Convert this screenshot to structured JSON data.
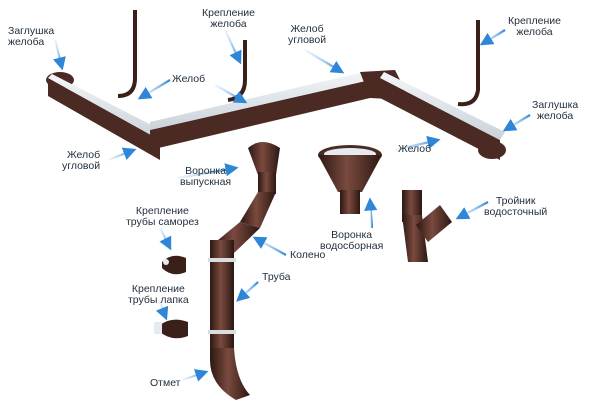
{
  "labels": {
    "zaglushka_left": [
      "Заглушка",
      "желоба"
    ],
    "kreplenie_zheloba_top": [
      "Крепление",
      "желоба"
    ],
    "zhelob_uglovoy_top": [
      "Желоб",
      "угловой"
    ],
    "kreplenie_zheloba_right": [
      "Крепление",
      "желоба"
    ],
    "zhelob_top": [
      "Желоб"
    ],
    "zaglushka_right": [
      "Заглушка",
      "желоба"
    ],
    "zhelob_uglovoy_left": [
      "Желоб",
      "угловой"
    ],
    "zhelob_right": [
      "Желоб"
    ],
    "voronka_vypusknaya": [
      "Воронка",
      "выпускная"
    ],
    "troynik": [
      "Тройник",
      "водосточный"
    ],
    "kreplenie_samorez": [
      "Крепление",
      "трубы саморез"
    ],
    "koleno": [
      "Колено"
    ],
    "voronka_vodosbornaya": [
      "Воронка",
      "водосборная"
    ],
    "truba": [
      "Труба"
    ],
    "kreplenie_lapka": [
      "Крепление",
      "трубы лапка"
    ],
    "otmet": [
      "Отмет"
    ]
  },
  "colors": {
    "pipe": "#4a2a22",
    "pipe_dark": "#2c1712",
    "pipe_light": "#7a4a3e",
    "gutter_inner": "#eef2f5",
    "arrow": "#3a90d8",
    "text": "#1f2d3d"
  }
}
